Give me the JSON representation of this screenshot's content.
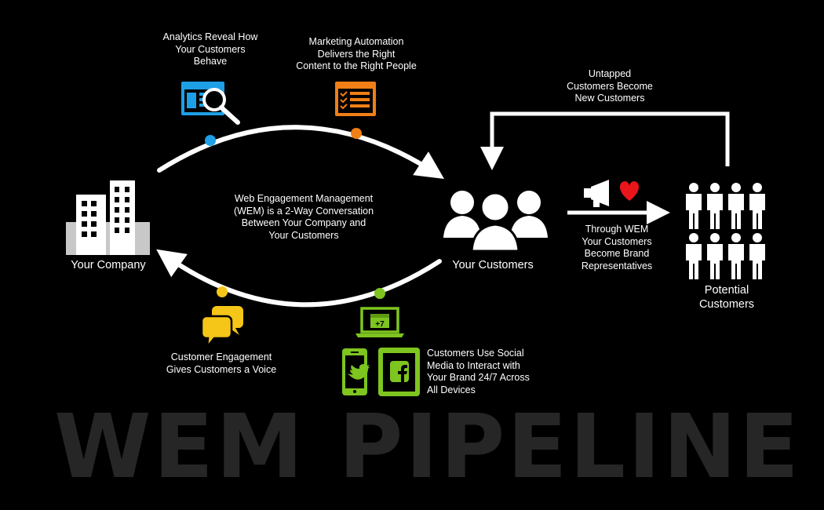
{
  "title": "WEM PIPELINE",
  "colors": {
    "background": "#000000",
    "analytics": "#1ea0e6",
    "automation": "#f07f15",
    "engagement": "#f5c518",
    "social": "#7ec51f",
    "heart": "#e8151b",
    "title": "#262626"
  },
  "nodes": {
    "company": {
      "label": "Your Company"
    },
    "customers": {
      "label": "Your Customers"
    },
    "potential": {
      "lines": [
        "Potential",
        "Customers"
      ]
    }
  },
  "center_text": [
    "Web Engagement Management",
    "(WEM) is a 2-Way Conversation",
    "Between Your Company and",
    "Your Customers"
  ],
  "labels": {
    "analytics": {
      "icon": "analytics-browser-magnifier-icon",
      "lines": [
        "Analytics Reveal How",
        "Your Customers",
        "Behave"
      ]
    },
    "automation": {
      "icon": "checklist-browser-icon",
      "lines": [
        "Marketing Automation",
        "Delivers the Right",
        "Content to the Right People"
      ]
    },
    "untapped": {
      "lines": [
        "Untapped",
        "Customers Become",
        "New Customers"
      ]
    },
    "representatives": {
      "lines": [
        "Through WEM",
        "Your Customers",
        "Become Brand",
        "Representatives"
      ]
    },
    "engagement": {
      "icon": "speech-bubbles-icon",
      "lines": [
        "Customer  Engagement",
        "Gives Customers a Voice"
      ]
    },
    "social": {
      "icon": "devices-social-icon",
      "lines": [
        "Customers Use Social",
        "Media to Interact with",
        "Your Brand 24/7 Across",
        "All Devices"
      ]
    }
  },
  "laptop_badge": "+7"
}
